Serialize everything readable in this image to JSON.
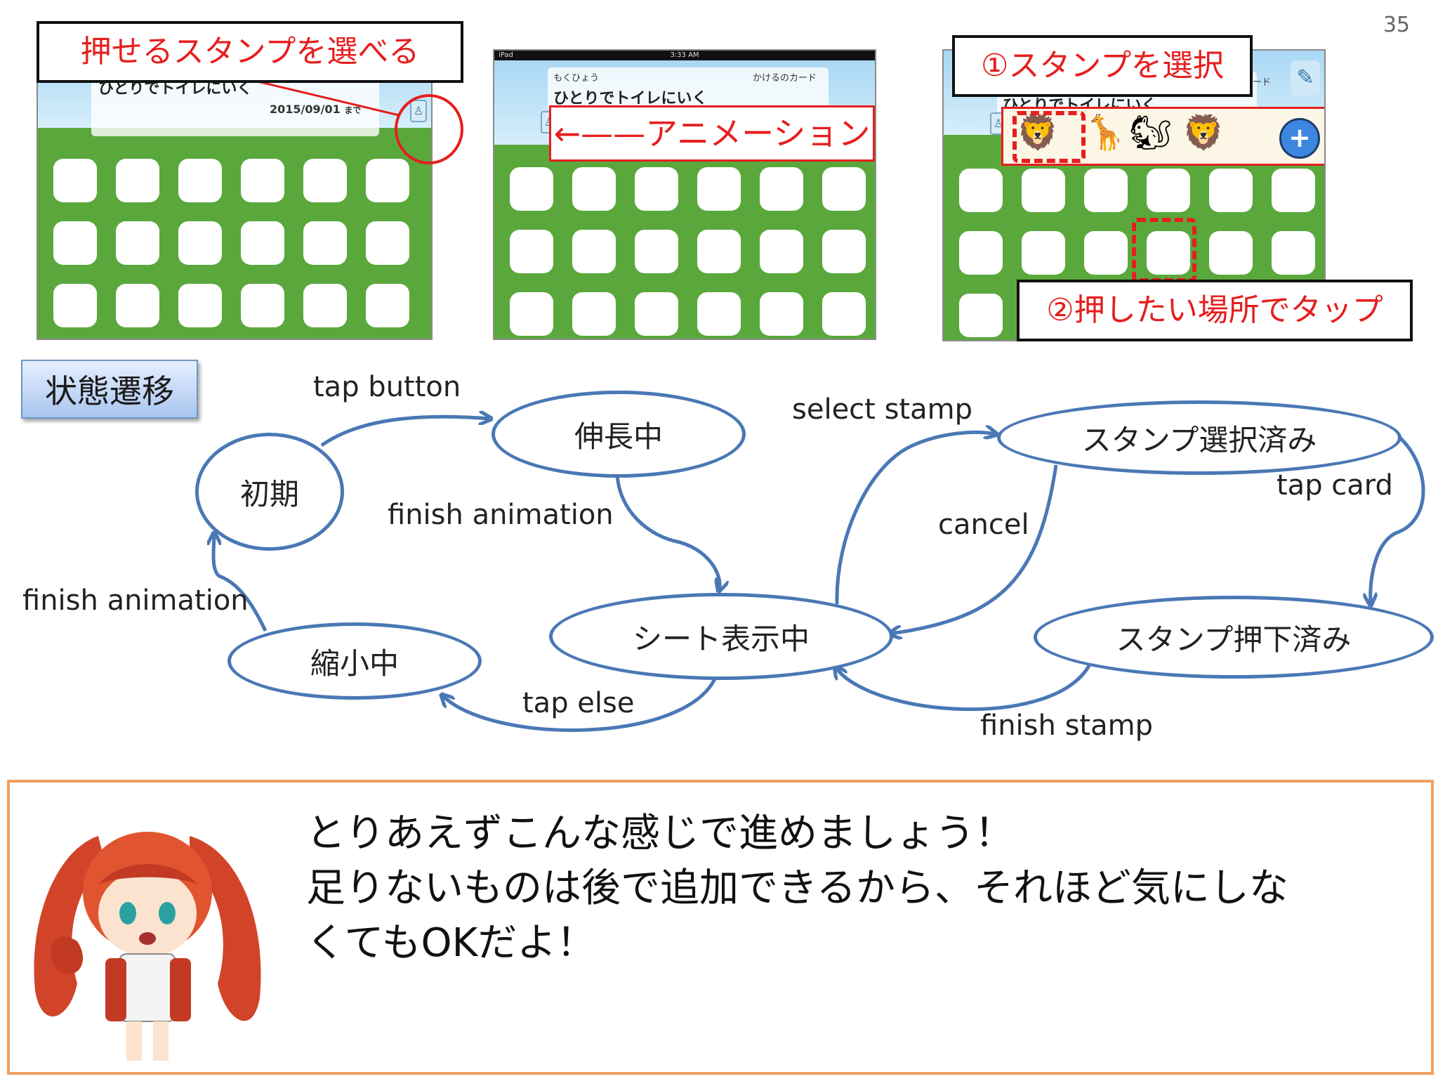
{
  "page_number": "35",
  "screens": {
    "left": {
      "goal_title": "ひとりでトイレにいく",
      "goal_date": "2015/09/01",
      "goal_date_suffix": "まで"
    },
    "middle": {
      "status_time": "3:33 AM",
      "status_carrier": "iPad",
      "goal_small": "もくひょう",
      "card_owner": "かけるのカード",
      "goal_title": "ひとりでトイレにいく"
    },
    "right": {
      "card_suffix": "ード",
      "goal_title": "ひとりでトイレにいく",
      "add_symbol": "+"
    }
  },
  "callouts": {
    "selectable": "押せるスタンプを選べる",
    "animation": "←——アニメーション",
    "step1": "①スタンプを選択",
    "step2": "②押したい場所でタップ"
  },
  "diagram": {
    "tag": "状態遷移",
    "states": {
      "initial": "初期",
      "expanding": "伸長中",
      "sheet": "シート表示中",
      "shrinking": "縮小中",
      "stamp_selected": "スタンプ選択済み",
      "stamp_pressed": "スタンプ押下済み"
    },
    "edges": {
      "tap_button": "tap button",
      "finish_animation_1": "finish animation",
      "finish_animation_2": "finish animation",
      "tap_else": "tap else",
      "select_stamp": "select stamp",
      "cancel": "cancel",
      "tap_card": "tap card",
      "finish_stamp": "finish stamp"
    }
  },
  "message": {
    "line1": "とりあえずこんな感じで進めましょう！",
    "line2": "足りないものは後で追加できるから、それほど気にしな",
    "line3": "くてもOKだよ！"
  },
  "colors": {
    "state_stroke": "#4a78b5",
    "callout_red": "#e61e1e",
    "grass": "#5aa83c",
    "message_border": "#f0a060"
  }
}
